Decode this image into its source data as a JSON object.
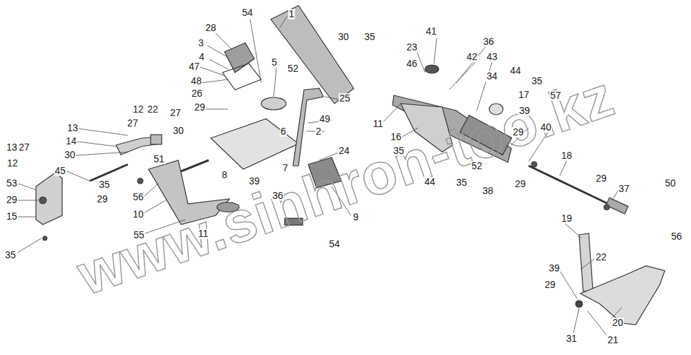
{
  "diagram": {
    "labels": [
      "1",
      "54",
      "28",
      "30",
      "35",
      "3",
      "5",
      "52",
      "4",
      "47",
      "48",
      "26",
      "29",
      "27",
      "12",
      "22",
      "27",
      "30",
      "13",
      "14",
      "30",
      "45",
      "35",
      "29",
      "13",
      "27",
      "12",
      "53",
      "29",
      "15",
      "35",
      "51",
      "56",
      "10",
      "55",
      "11",
      "39",
      "36",
      "7",
      "8",
      "6",
      "49",
      "2",
      "24",
      "25",
      "9",
      "54",
      "41",
      "36",
      "23",
      "42",
      "43",
      "46",
      "34",
      "44",
      "35",
      "17",
      "57",
      "39",
      "40",
      "11",
      "16",
      "35",
      "52",
      "44",
      "35",
      "38",
      "29",
      "29",
      "18",
      "29",
      "37",
      "50",
      "56",
      "19",
      "22",
      "39",
      "29",
      "20",
      "31",
      "21",
      "www.sinhron-too.kz"
    ]
  }
}
